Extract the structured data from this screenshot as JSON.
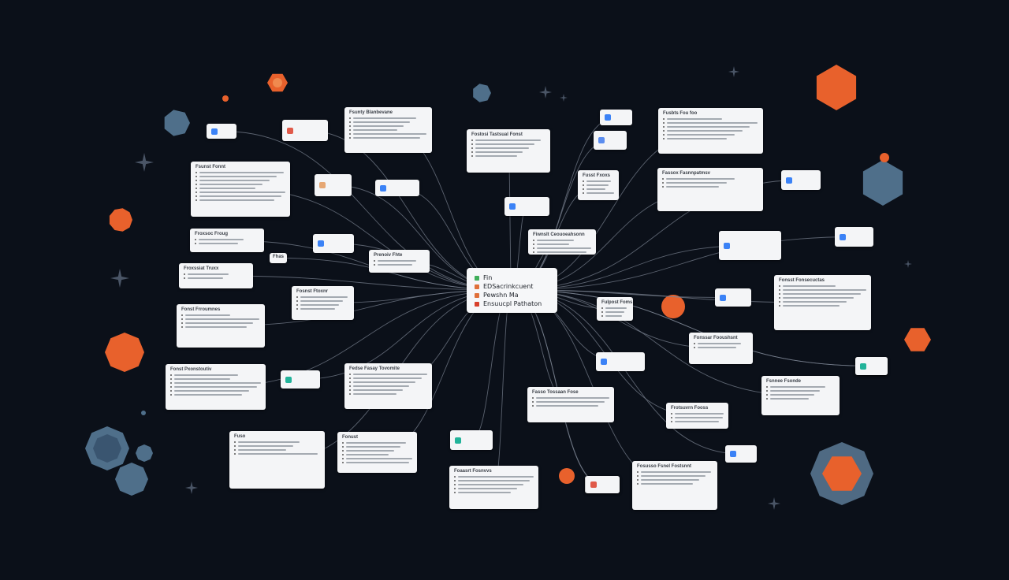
{
  "diagram": {
    "type": "mind-map",
    "center": {
      "items": [
        {
          "label": "Fin",
          "marker_color": "#3fae5a"
        },
        {
          "label": "EDSacrinkcuent",
          "marker_color": "#e0703a"
        },
        {
          "label": "Pewshn Ma",
          "marker_color": "#e0703a"
        },
        {
          "label": "Ensuucpl Pathaton",
          "marker_color": "#d8402c"
        }
      ]
    },
    "nodes": [
      {
        "id": "n1",
        "title": "",
        "lines": 2,
        "icon": "#3b82f6",
        "kind": "chip"
      },
      {
        "id": "n2",
        "title": "",
        "lines": 2,
        "icon": "#e05a4a",
        "kind": "chip"
      },
      {
        "id": "n3",
        "title": "Fsunty Blanbevane",
        "lines": 6,
        "kind": "list"
      },
      {
        "id": "n4",
        "title": "Fsunst Fonnt",
        "lines": 8,
        "kind": "list"
      },
      {
        "id": "n5",
        "title": "",
        "lines": 3,
        "icon": "#e6a774",
        "kind": "chip"
      },
      {
        "id": "n6",
        "title": "",
        "lines": 2,
        "icon": "#3b82f6",
        "kind": "chip"
      },
      {
        "id": "n7",
        "title": "Fostosi Tastsual Fonst",
        "lines": 5,
        "kind": "list"
      },
      {
        "id": "n8",
        "title": "",
        "lines": 1,
        "icon": "#3b82f6",
        "kind": "chip"
      },
      {
        "id": "n9",
        "title": "Froxsoc Froug",
        "lines": 2,
        "kind": "list"
      },
      {
        "id": "n10",
        "title": "",
        "lines": 2,
        "icon": "#3b82f6",
        "kind": "chip"
      },
      {
        "id": "n11",
        "title": "Fhas",
        "lines": 0,
        "kind": "tag"
      },
      {
        "id": "n12",
        "title": "Froxssiat Truxx",
        "lines": 2,
        "kind": "list"
      },
      {
        "id": "n13",
        "title": "Prenoiv Fhte",
        "lines": 2,
        "kind": "list"
      },
      {
        "id": "n14",
        "title": "Fosnst Ftoxnr",
        "lines": 4,
        "kind": "list"
      },
      {
        "id": "n15",
        "title": "Fonst Frroumnes",
        "lines": 4,
        "kind": "list"
      },
      {
        "id": "n16",
        "title": "Fonst Pxonstoutiv",
        "lines": 6,
        "kind": "list"
      },
      {
        "id": "n17",
        "title": "",
        "lines": 2,
        "icon": "#22b39a",
        "kind": "chip"
      },
      {
        "id": "n18",
        "title": "Fedse Fasay Tovomite",
        "lines": 6,
        "kind": "list"
      },
      {
        "id": "n19",
        "title": "Fiwnslt Ceouoeahsonn",
        "lines": 6,
        "kind": "list"
      },
      {
        "id": "n20",
        "title": "Fusst Fxoxs",
        "lines": 4,
        "kind": "list"
      },
      {
        "id": "n21",
        "title": "",
        "lines": 2,
        "icon": "#5b8def",
        "kind": "chip"
      },
      {
        "id": "n22",
        "title": "Fusbts Fou foo",
        "lines": 6,
        "kind": "list"
      },
      {
        "id": "n23",
        "title": "Fassox Fasnnpatmsv",
        "lines": 3,
        "kind": "list"
      },
      {
        "id": "n24",
        "title": "",
        "lines": 2,
        "icon": "#3b82f6",
        "kind": "chip"
      },
      {
        "id": "n25",
        "title": "Fasso Tossaan Fose",
        "lines": 3,
        "kind": "list"
      },
      {
        "id": "n26",
        "title": "",
        "lines": 1,
        "icon": "#3b82f6",
        "kind": "chip"
      },
      {
        "id": "n27",
        "title": "Fulpost Foms",
        "lines": 3,
        "kind": "list"
      },
      {
        "id": "n28",
        "title": "",
        "lines": 2,
        "icon": "#3b82f6",
        "kind": "chip"
      },
      {
        "id": "n29",
        "title": "",
        "lines": 2,
        "icon": "#3b82f6",
        "kind": "chip"
      },
      {
        "id": "n30",
        "title": "Fuso",
        "lines": 4,
        "kind": "list"
      },
      {
        "id": "n31",
        "title": "Fonust",
        "lines": 6,
        "kind": "list"
      },
      {
        "id": "n32",
        "title": "Foaasrt Fosnvvs",
        "lines": 5,
        "kind": "list"
      },
      {
        "id": "n33",
        "title": "",
        "lines": 2,
        "icon": "#22b39a",
        "kind": "chip"
      },
      {
        "id": "n34",
        "title": "Fonssar Fooushsnt",
        "lines": 2,
        "kind": "list"
      },
      {
        "id": "n35",
        "title": "",
        "lines": 2,
        "icon": "#3b82f6",
        "kind": "chip"
      },
      {
        "id": "n36",
        "title": "Fonsst Fonsecuctas",
        "lines": 6,
        "kind": "list"
      },
      {
        "id": "n37",
        "title": "",
        "lines": 2,
        "icon": "#3b82f6",
        "kind": "chip"
      },
      {
        "id": "n38",
        "title": "",
        "lines": 2,
        "icon": "#3b82f6",
        "kind": "chip"
      },
      {
        "id": "n39",
        "title": "Frotsuvrn Fooss",
        "lines": 3,
        "kind": "list"
      },
      {
        "id": "n40",
        "title": "",
        "lines": 2,
        "icon": "#3b82f6",
        "kind": "chip"
      },
      {
        "id": "n41",
        "title": "Fsnnee Fsonde",
        "lines": 4,
        "kind": "list"
      },
      {
        "id": "n42",
        "title": "Fosusso Fsnel Fostsnnt",
        "lines": 4,
        "kind": "list"
      },
      {
        "id": "n43",
        "title": "Fstonsso Ptav Fotsa",
        "lines": 2,
        "kind": "list"
      },
      {
        "id": "n44",
        "title": "",
        "lines": 2,
        "icon": "#22b39a",
        "kind": "chip"
      },
      {
        "id": "n45",
        "title": "Fonstvas Foutvas",
        "lines": 4,
        "kind": "list"
      },
      {
        "id": "n46",
        "title": "",
        "lines": 2,
        "icon": "#8a7cf0",
        "kind": "chip"
      },
      {
        "id": "n47",
        "title": "Fxonrst Fonsvttoy",
        "lines": 5,
        "kind": "list"
      },
      {
        "id": "n48",
        "title": "Fosast Fussen",
        "lines": 4,
        "kind": "list"
      },
      {
        "id": "n49",
        "title": "",
        "lines": 2,
        "icon": "#3b82f6",
        "kind": "chip"
      },
      {
        "id": "n50",
        "title": "",
        "lines": 2,
        "icon": "#e05a4a",
        "kind": "chip"
      },
      {
        "id": "n51",
        "title": "Fasmrso Forsss",
        "lines": 4,
        "kind": "list"
      }
    ],
    "colors": {
      "background": "#0b1019",
      "link": "#7d8694",
      "accent_orange": "#e8612c",
      "accent_steel": "#4f6f8a"
    }
  }
}
